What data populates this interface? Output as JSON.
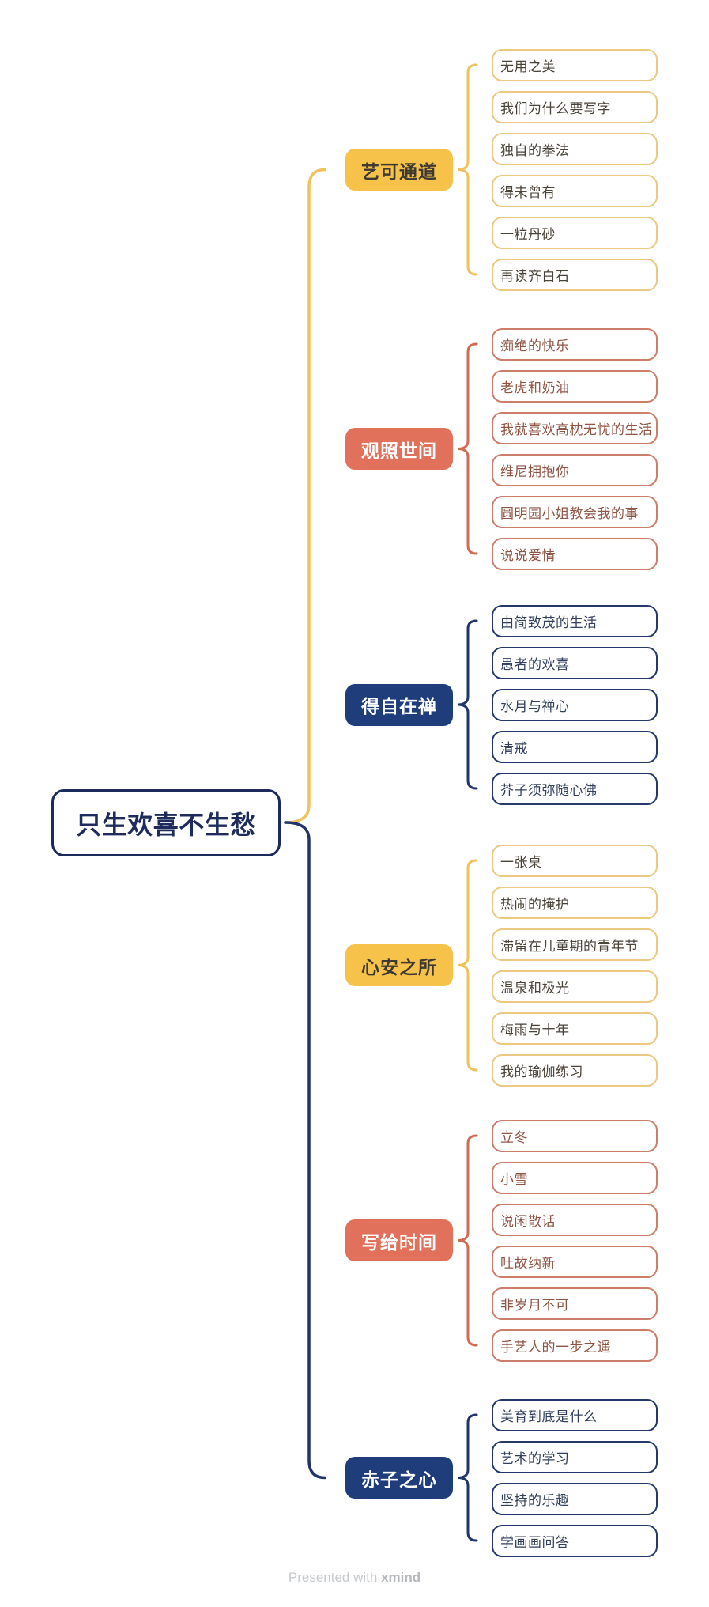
{
  "map": {
    "root": {
      "label": "只生欢喜不生愁"
    },
    "branches": [
      {
        "label": "艺可通道",
        "color": "yellow",
        "children": [
          "无用之美",
          "我们为什么要写字",
          "独自的拳法",
          "得未曾有",
          "一粒丹砂",
          "再读齐白石"
        ]
      },
      {
        "label": "观照世间",
        "color": "coral",
        "children": [
          "痴绝的快乐",
          "老虎和奶油",
          "我就喜欢高枕无忧的生活",
          "维尼拥抱你",
          "圆明园小姐教会我的事",
          "说说爱情"
        ]
      },
      {
        "label": "得自在禅",
        "color": "navy",
        "children": [
          "由简致茂的生活",
          "愚者的欢喜",
          "水月与禅心",
          "清戒",
          "芥子须弥随心佛"
        ]
      },
      {
        "label": "心安之所",
        "color": "yellow",
        "children": [
          "一张桌",
          "热闹的掩护",
          "滞留在儿童期的青年节",
          "温泉和极光",
          "梅雨与十年",
          "我的瑜伽练习"
        ]
      },
      {
        "label": "写给时间",
        "color": "coral",
        "children": [
          "立冬",
          "小雪",
          "说闲散话",
          "吐故纳新",
          "非岁月不可",
          "手艺人的一步之遥"
        ]
      },
      {
        "label": "赤子之心",
        "color": "navy",
        "children": [
          "美育到底是什么",
          "艺术的学习",
          "坚持的乐趣",
          "学画画问答"
        ]
      }
    ]
  },
  "palette": {
    "yellow": {
      "fill": "#F6C24A",
      "border": "#EBC982",
      "line": "#F0C25E",
      "text_on_fill": "#3F3A31",
      "child_text": "#4A4339"
    },
    "coral": {
      "fill": "#E1715A",
      "border": "#CC7E6A",
      "line": "#D26B54",
      "text_on_fill": "#FFFFFF",
      "child_text": "#8F5444"
    },
    "navy": {
      "fill": "#1F3D7B",
      "border": "#25396B",
      "line": "#22356B",
      "text_on_fill": "#FFFFFF",
      "child_text": "#32405E"
    },
    "root": {
      "border": "#1C2A5E",
      "text": "#1E2B5C"
    }
  },
  "footer": {
    "prefix": "Presented with ",
    "brand": "xmind",
    "text_color": "#C6CACD",
    "brand_color": "#B4B8BC"
  }
}
